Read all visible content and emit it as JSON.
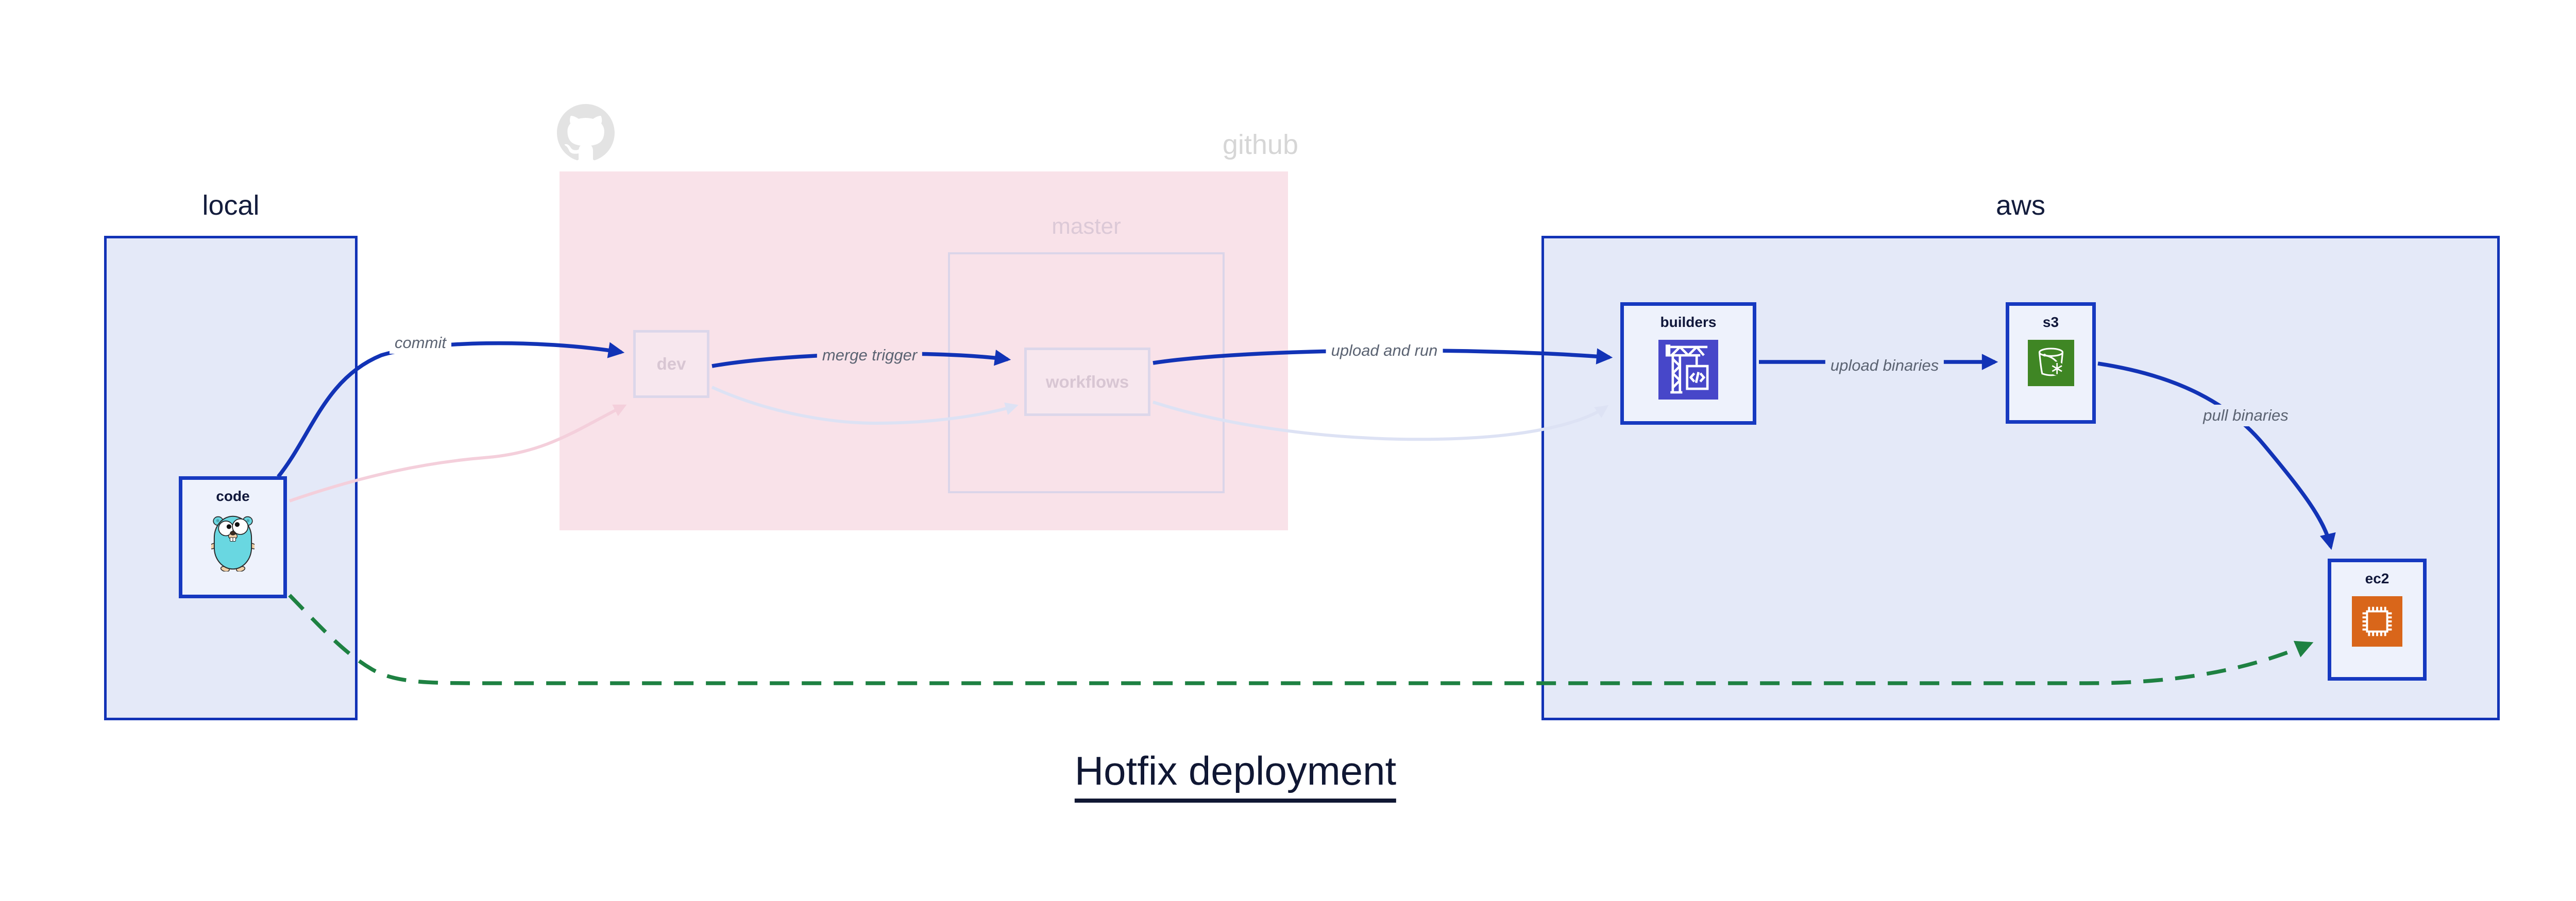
{
  "title": {
    "label": "Hotfix deployment"
  },
  "groups": {
    "local": {
      "label": "local"
    },
    "github": {
      "label": "github",
      "icon": "github-octocat-icon"
    },
    "master": {
      "label": "master"
    },
    "aws": {
      "label": "aws"
    }
  },
  "nodes": {
    "code": {
      "label": "code",
      "icon": "go-gopher-icon"
    },
    "dev": {
      "label": "dev"
    },
    "workflows": {
      "label": "workflows"
    },
    "builders": {
      "label": "builders",
      "icon": "aws-codebuild-crane-icon"
    },
    "s3": {
      "label": "s3",
      "icon": "aws-s3-glacier-bucket-icon"
    },
    "ec2": {
      "label": "ec2",
      "icon": "aws-ec2-chip-icon"
    }
  },
  "edges": {
    "commit": {
      "label": "commit",
      "style": "solid",
      "color": "#1233b6",
      "from": "code",
      "to": "dev"
    },
    "merge_trigger": {
      "label": "merge trigger",
      "style": "solid",
      "color": "#1233b6",
      "from": "dev",
      "to": "workflows"
    },
    "upload_and_run": {
      "label": "upload and run",
      "style": "solid",
      "color": "#1233b6",
      "from": "workflows",
      "to": "builders"
    },
    "upload_binaries": {
      "label": "upload binaries",
      "style": "solid",
      "color": "#1233b6",
      "from": "builders",
      "to": "s3"
    },
    "pull_binaries": {
      "label": "pull binaries",
      "style": "solid",
      "color": "#1233b6",
      "from": "s3",
      "to": "ec2"
    },
    "hotfix_path": {
      "label": "",
      "style": "dashed",
      "color": "#1e8142",
      "from": "code",
      "to": "ec2"
    },
    "code_to_dev_faded": {
      "label": "",
      "style": "solid",
      "color": "#f4cfdb",
      "from": "code",
      "to": "dev"
    },
    "dev_to_workflows_faded": {
      "label": "",
      "style": "solid",
      "color": "#dde2f4",
      "from": "dev",
      "to": "workflows"
    },
    "workflows_to_builders_faded": {
      "label": "",
      "style": "solid",
      "color": "#dde2f4",
      "from": "workflows",
      "to": "builders"
    }
  },
  "colors": {
    "accent_blue": "#1233b6",
    "node_border_blue": "#1639c0",
    "group_fill": "#e4e9f8",
    "node_fill": "#eef2fc",
    "github_region_fill": "#f9e2e9",
    "master_border": "#dbd5e9",
    "faded_node_border": "#dcd7ea",
    "faded_node_fill": "#f7e7ee",
    "faded_node_text": "#d8c6d3",
    "github_label_gray": "#d6d6d6",
    "master_label_pink": "#dcc9d7",
    "octocat_gray": "#e3e3e3",
    "edge_label_gray": "#5b6372",
    "title_navy": "#101733",
    "hotfix_green": "#1e8142",
    "codebuild_indigo": "#4747c9",
    "s3_green": "#3f8624",
    "ec2_orange": "#d9661a",
    "gopher_teal": "#69d7e1"
  }
}
